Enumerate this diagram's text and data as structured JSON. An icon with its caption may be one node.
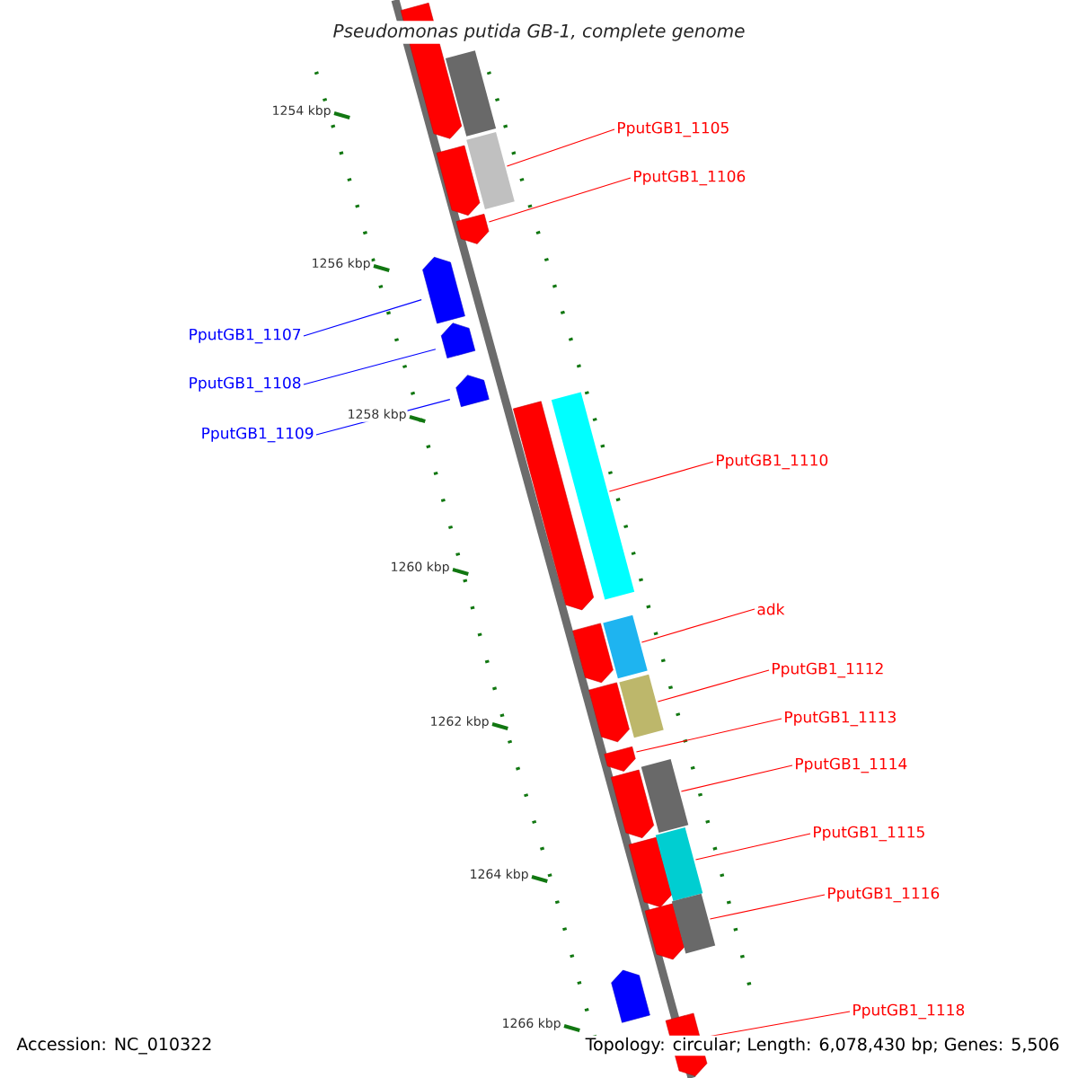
{
  "diagram": {
    "title": "Pseudomonas putida GB-1, complete genome",
    "nodes": [
      {
        "text": [],
        "shape": "pentagon"
      },
      {
        "text": [
          "PputGB1_1105"
        ]
      },
      {
        "text": [],
        "shape": "pentagon"
      },
      {
        "text": [
          "PputGB1_1106"
        ]
      },
      {
        "text": [],
        "shape": "pentagon"
      },
      {
        "text": [
          "PputGB1_1107"
        ]
      },
      {
        "text": [],
        "shape": "pentagon"
      },
      {
        "text": [
          "PputGB1_1108"
        ]
      },
      {
        "text": [],
        "shape": "pentagon"
      },
      {
        "text": [
          "PputGB1_1109"
        ]
      },
      {
        "text": [],
        "shape": "pentagon"
      },
      {
        "text": [
          "PputGB1_1110"
        ]
      },
      {
        "text": [],
        "shape": "pentagon"
      },
      {
        "text": [
          "adk"
        ]
      },
      {
        "text": [],
        "shape": "pentagon"
      },
      {
        "text": [
          "PputGB1_1112"
        ]
      },
      {
        "text": [],
        "shape": "pentagon"
      },
      {
        "text": [
          "PputGB1_1113"
        ]
      },
      {
        "text": [],
        "shape": "pentagon"
      },
      {
        "text": [
          "PputGB1_1114"
        ]
      },
      {
        "text": [],
        "shape": "pentagon"
      },
      {
        "text": [
          "PputGB1_1115"
        ]
      },
      {
        "text": [],
        "shape": "pentagon"
      },
      {
        "text": [
          "PputGB1_1116"
        ]
      },
      {
        "text": [],
        "shape": "pentagon"
      },
      {
        "text": [],
        "shape": "pentagon"
      },
      {
        "text": [
          "PputGB1_1118"
        ]
      },
      {
        "text": [],
        "shape": "pentagon"
      }
    ],
    "edges": [
      {
        "from": 1,
        "to": 2,
        "arrow": "none"
      },
      {
        "from": 3,
        "to": 4,
        "arrow": "none"
      },
      {
        "from": 5,
        "to": 6,
        "arrow": "none",
        "color": "#0000ff"
      },
      {
        "from": 7,
        "to": 8,
        "arrow": "none",
        "color": "#0000ff"
      },
      {
        "from": 9,
        "to": 10,
        "arrow": "none",
        "color": "#0000ff"
      },
      {
        "from": 11,
        "to": 12,
        "arrow": "none"
      },
      {
        "from": 13,
        "to": 14,
        "arrow": "none"
      },
      {
        "from": 15,
        "to": 16,
        "arrow": "none"
      },
      {
        "from": 17,
        "to": 18,
        "arrow": "none"
      },
      {
        "from": 19,
        "to": 20,
        "arrow": "none"
      },
      {
        "from": 21,
        "to": 22,
        "arrow": "none"
      },
      {
        "from": 23,
        "to": 24,
        "arrow": "none"
      },
      {
        "from": 26,
        "to": 27,
        "arrow": "none"
      }
    ],
    "labels": [
      "1254 kbp",
      "1256 kbp",
      "1258 kbp",
      "1260 kbp",
      "1262 kbp",
      "1264 kbp",
      "1266 kbp",
      "Accession: NC_010322",
      "Topology: circular; Length: 6,078,430 bp; Genes: 5,506"
    ]
  }
}
